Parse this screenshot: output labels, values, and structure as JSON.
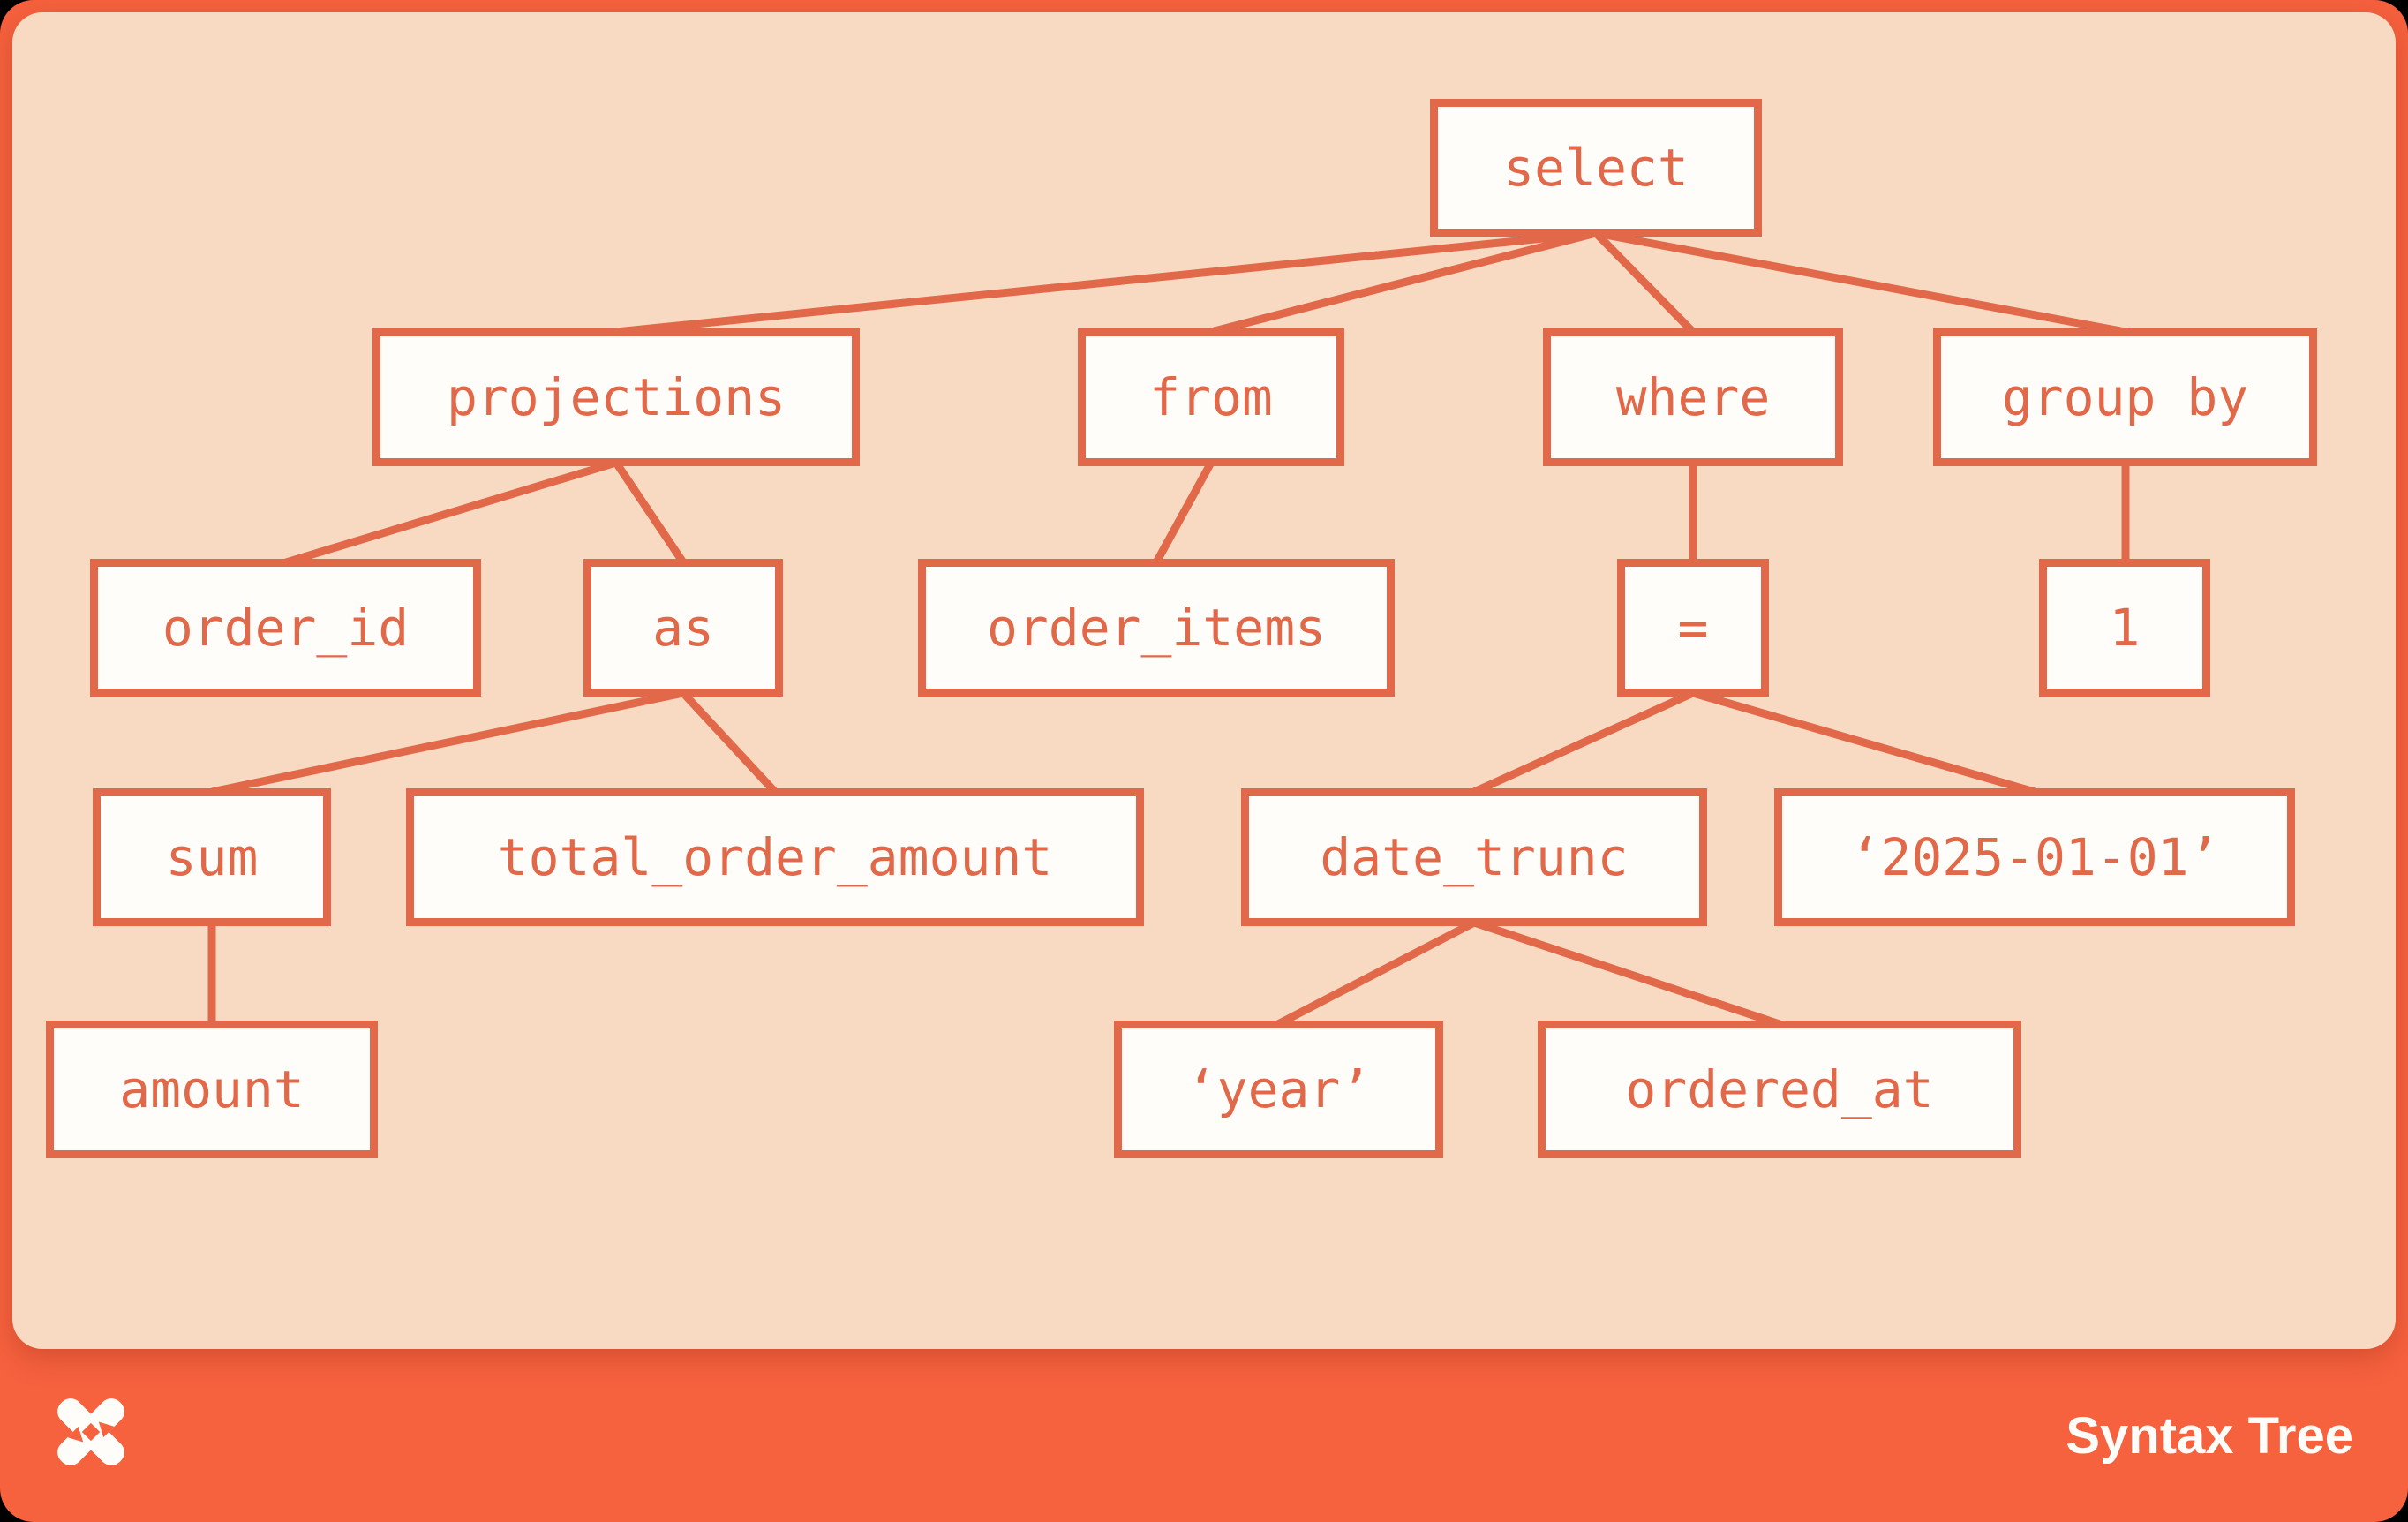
{
  "card": {
    "panel_background": "#f8dac3",
    "frame_color": "#f6613e",
    "node_fill": "#fffdf9",
    "node_border_color": "#e1694a",
    "node_text_color": "#e1694a"
  },
  "nodes": {
    "select": "select",
    "projections": "projections",
    "from": "from",
    "where": "where",
    "group_by": "group by",
    "order_id": "order_id",
    "as": "as",
    "order_items": "order_items",
    "eq": "=",
    "one": "1",
    "sum": "sum",
    "total_order_amount": "total_order_amount",
    "date_trunc": "date_trunc",
    "date_literal": "‘2025-01-01’",
    "amount": "amount",
    "year_literal": "‘year’",
    "ordered_at": "ordered_at"
  },
  "tree": {
    "root": "select",
    "edges": [
      [
        "select",
        "projections"
      ],
      [
        "select",
        "from"
      ],
      [
        "select",
        "where"
      ],
      [
        "select",
        "group by"
      ],
      [
        "projections",
        "order_id"
      ],
      [
        "projections",
        "as"
      ],
      [
        "from",
        "order_items"
      ],
      [
        "where",
        "="
      ],
      [
        "group by",
        "1"
      ],
      [
        "as",
        "sum"
      ],
      [
        "as",
        "total_order_amount"
      ],
      [
        "=",
        "date_trunc"
      ],
      [
        "=",
        "‘2025-01-01’"
      ],
      [
        "sum",
        "amount"
      ],
      [
        "date_trunc",
        "‘year’"
      ],
      [
        "date_trunc",
        "ordered_at"
      ]
    ]
  },
  "footer": {
    "brand": "Syntax Tree",
    "logo_icon": "shuriken-star-icon",
    "bar_color": "#f6613e",
    "text_color": "#fffdf9"
  }
}
